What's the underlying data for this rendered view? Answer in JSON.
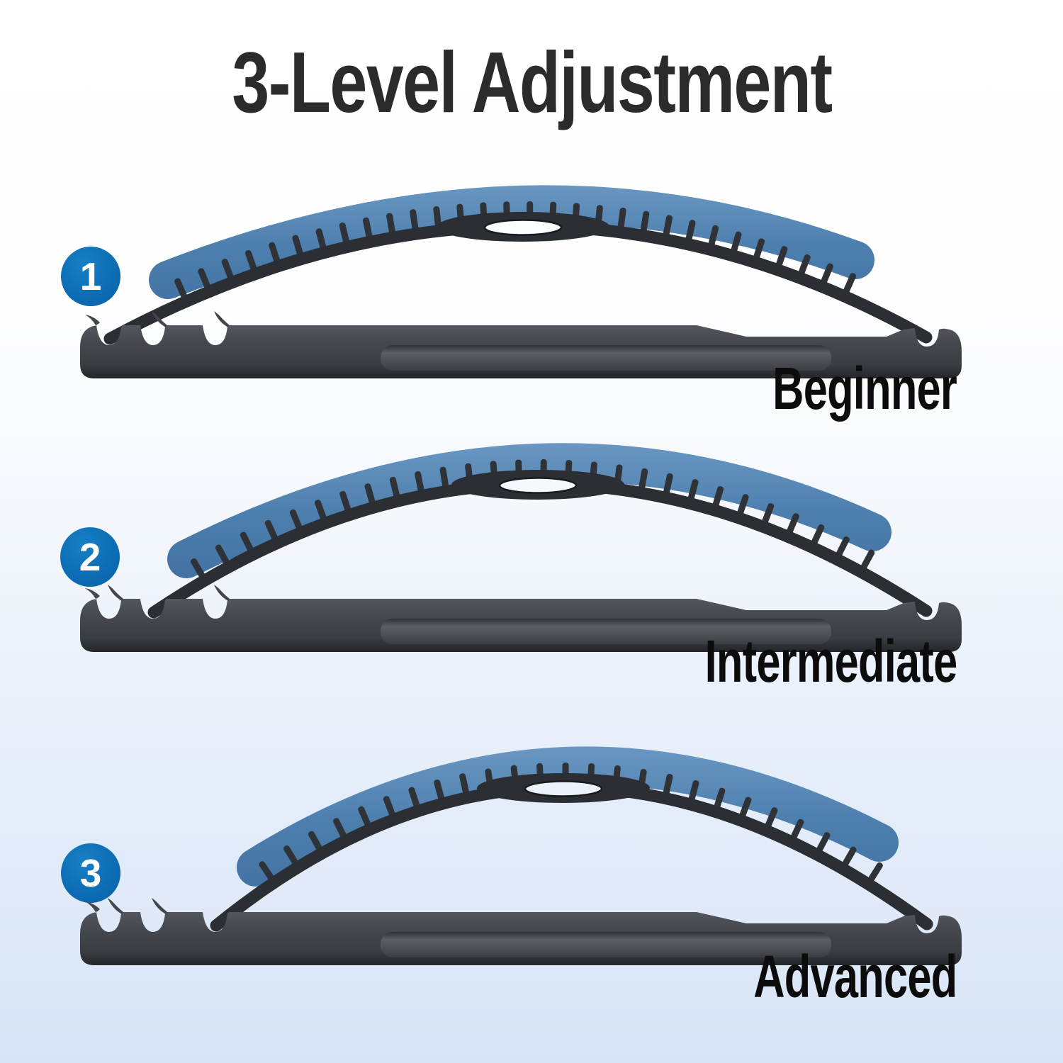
{
  "title": "3-Level Adjustment",
  "levels": [
    {
      "number": "1",
      "label": "Beginner",
      "slot": 1
    },
    {
      "number": "2",
      "label": "Intermediate",
      "slot": 2
    },
    {
      "number": "3",
      "label": "Advanced",
      "slot": 3
    }
  ],
  "colors": {
    "badge_blue": "#0d6db5",
    "pad_blue": "#4d7fae",
    "pad_blue_light": "#6a97c2",
    "pad_blue_dark": "#3f6fa0",
    "device_dark_top": "#55585e",
    "device_dark_mid": "#3a3d42",
    "device_dark_bottom": "#232529",
    "strap_dark": "#2b2e33",
    "teeth_dark": "#2f3237",
    "title_color": "#2b2b2b",
    "label_color": "#0c0c0c",
    "background_top": "#ffffff",
    "background_bottom": "#d8e4f6",
    "hole_fill": [
      "#fdfeff",
      "#f5f9fe",
      "#ecf2fb"
    ]
  }
}
